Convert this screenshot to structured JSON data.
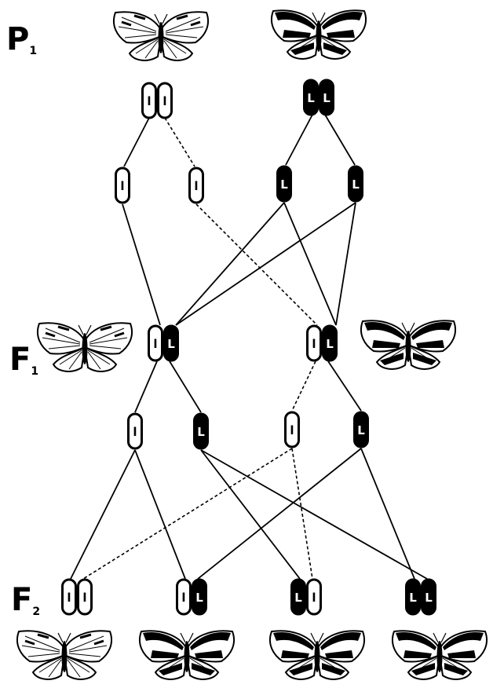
{
  "generations": {
    "p1": {
      "letter": "P",
      "index": "1"
    },
    "f1": {
      "letter": "F",
      "index": "1"
    },
    "f2": {
      "letter": "F",
      "index": "2"
    }
  },
  "allele_symbols": {
    "dominant": "L",
    "recessive": "l"
  },
  "colors": {
    "ink": "#000000",
    "paper": "#ffffff"
  },
  "icons": [
    "pale-moth-icon",
    "dark-moth-icon"
  ],
  "diagram_data": {
    "parents": [
      {
        "name": "p1-parent-pale",
        "genotype": [
          "l",
          "l"
        ]
      },
      {
        "name": "p1-parent-dark",
        "genotype": [
          "L",
          "L"
        ]
      }
    ],
    "gametes_p1": [
      [
        "l"
      ],
      [
        "l"
      ],
      [
        "L"
      ],
      [
        "L"
      ]
    ],
    "f1_offspring": [
      [
        "l",
        "L"
      ],
      [
        "l",
        "L"
      ]
    ],
    "gametes_f1": [
      [
        "l"
      ],
      [
        "L"
      ],
      [
        "l"
      ],
      [
        "L"
      ]
    ],
    "f2_offspring": [
      [
        "l",
        "l"
      ],
      [
        "l",
        "L"
      ],
      [
        "L",
        "l"
      ],
      [
        "L",
        "L"
      ]
    ]
  }
}
